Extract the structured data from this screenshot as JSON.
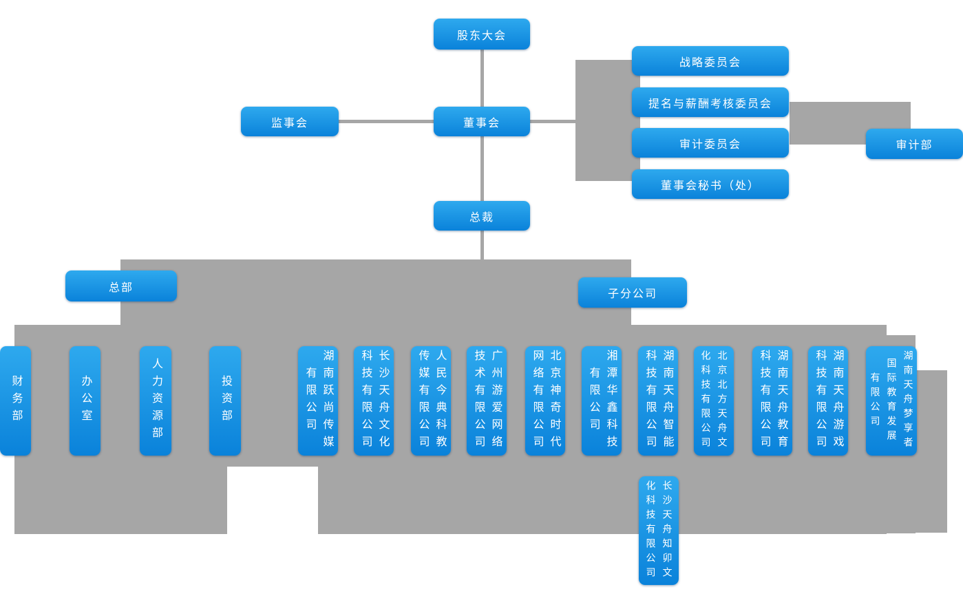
{
  "colors": {
    "box_gradient_top": "#2ea9ee",
    "box_gradient_bottom": "#0a82da",
    "connector_gray": "#a6a6a6",
    "text": "#ffffff"
  },
  "nodes": {
    "shareholders": {
      "label": "股东大会"
    },
    "supervisory": {
      "label": "监事会"
    },
    "board": {
      "label": "董事会"
    },
    "strategy_committee": {
      "label": "战略委员会"
    },
    "nomination_committee": {
      "label": "提名与薪酬考核委员会"
    },
    "audit_committee": {
      "label": "审计委员会"
    },
    "board_secretary": {
      "label": "董事会秘书（处）"
    },
    "audit_department": {
      "label": "审计部"
    },
    "president": {
      "label": "总裁"
    },
    "headquarters": {
      "label": "总部"
    },
    "subsidiaries_group": {
      "label": "子分公司"
    }
  },
  "departments": [
    {
      "name": "财务部",
      "columns": [
        "财务部"
      ]
    },
    {
      "name": "办公室",
      "columns": [
        "办公室"
      ]
    },
    {
      "name": "人力资源部",
      "columns": [
        "人力资源部"
      ]
    },
    {
      "name": "投资部",
      "columns": [
        "投资部"
      ]
    }
  ],
  "subsidiaries": [
    {
      "name": "湖南跃尚传媒有限公司",
      "columns": [
        "湖南跃尚传媒",
        "有限公司"
      ]
    },
    {
      "name": "长沙天舟文化科技有限公司",
      "columns": [
        "长沙天舟文化",
        "科技有限公司"
      ]
    },
    {
      "name": "人民今典科教传媒有限公司",
      "columns": [
        "人民今典科教",
        "传媒有限公司"
      ]
    },
    {
      "name": "广州游爱网络技术有限公司",
      "columns": [
        "广州游爱网络",
        "技术有限公司"
      ]
    },
    {
      "name": "北京神奇时代网络有限公司",
      "columns": [
        "北京神奇时代",
        "网络有限公司"
      ]
    },
    {
      "name": "湘潭华鑫科技有限公司",
      "columns": [
        "湘潭华鑫科技",
        "有限公司"
      ]
    },
    {
      "name": "湖南天舟智能科技有限公司",
      "columns": [
        "湖南天舟智能",
        "科技有限公司"
      ]
    },
    {
      "name": "北京北方天舟文化科技有限公司",
      "columns": [
        "北京北方天舟文",
        "化科技有限公司"
      ]
    },
    {
      "name": "湖南天舟教育科技有限公司",
      "columns": [
        "湖南天舟教育",
        "科技有限公司"
      ]
    },
    {
      "name": "湖南天舟游戏科技有限公司",
      "columns": [
        "湖南天舟游戏",
        "科技有限公司"
      ]
    },
    {
      "name": "湖南天舟梦享者国际教育发展有限公司",
      "columns": [
        "湖南天舟梦享者",
        "国际教育发展",
        "有限公司"
      ]
    },
    {
      "name": "长沙天舟知卯文化科技有限公司",
      "columns": [
        "长沙天舟知卯文",
        "化科技有限公司"
      ]
    }
  ]
}
